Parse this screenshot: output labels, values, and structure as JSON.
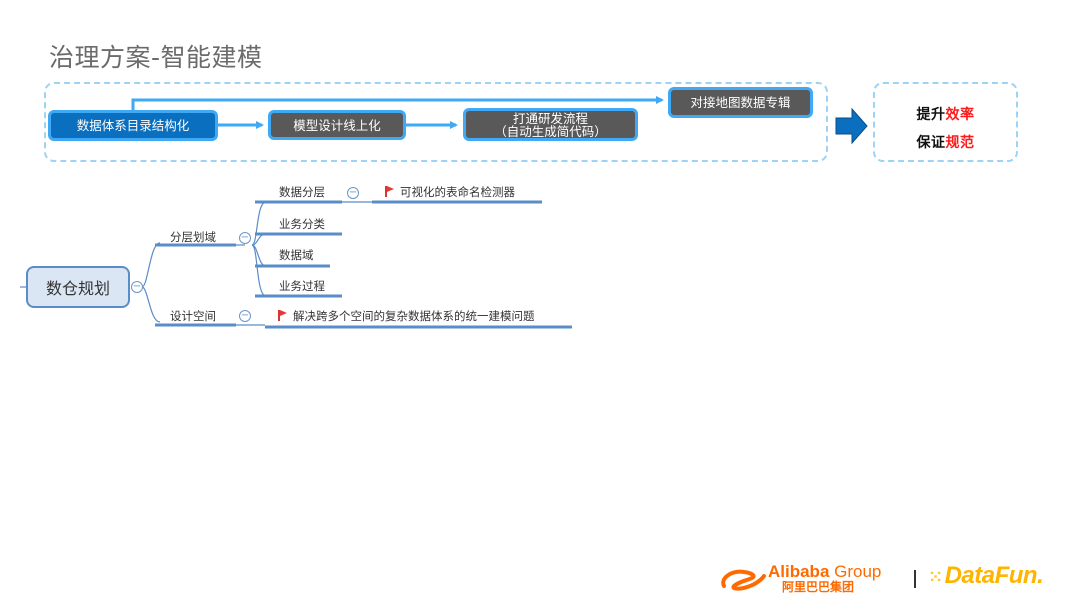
{
  "slide": {
    "title": "治理方案-智能建模"
  },
  "flow": {
    "nodes": [
      {
        "id": "node1",
        "label": "数据体系目录结构化",
        "style": "blue"
      },
      {
        "id": "node2",
        "label": "模型设计线上化",
        "style": "gray"
      },
      {
        "id": "node3",
        "label_line1": "打通研发流程",
        "label_line2": "（自动生成简代码）",
        "style": "gray"
      },
      {
        "id": "node4",
        "label": "对接地图数据专辑",
        "style": "gray"
      }
    ],
    "arrow_icon": "right-arrow-icon",
    "result": {
      "line1_prefix": "提升",
      "line1_accent": "效率",
      "line2_prefix": "保证",
      "line2_accent": "规范"
    },
    "colors": {
      "connector": "#3fa9f5",
      "node_blue": "#0b6fc0",
      "node_gray": "#595959",
      "accent_red": "#ff1a1a",
      "dash_border": "#9fd3f5"
    }
  },
  "mindmap": {
    "root": "数仓规划",
    "branches": [
      {
        "label": "分层划域",
        "children": [
          {
            "label": "数据分层",
            "note": "可视化的表命名检测器",
            "note_icon": "red-flag-icon"
          },
          {
            "label": "业务分类"
          },
          {
            "label": "数据域"
          },
          {
            "label": "业务过程"
          }
        ]
      },
      {
        "label": "设计空间",
        "note": "解决跨多个空间的复杂数据体系的统一建模问题",
        "note_icon": "red-flag-icon"
      }
    ],
    "collapse_symbol": "−",
    "colors": {
      "line": "#5a8cc8",
      "root_fill": "#dbe6f4"
    }
  },
  "footer": {
    "alibaba_en_bold": "Alibaba",
    "alibaba_en_light": " Group",
    "alibaba_cn": "阿里巴巴集团",
    "datafun_dots": "⁙",
    "datafun": "DataFun."
  }
}
